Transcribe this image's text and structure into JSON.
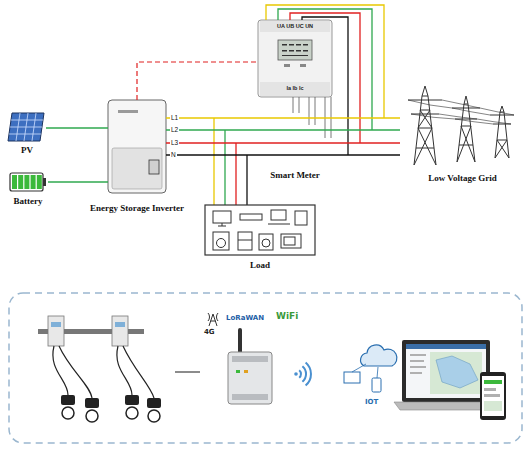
{
  "diagram": {
    "nodes": [
      {
        "text": [
          "UA UB UC UN",
          "Ia Ib Ic",
          "Smart Meter"
        ]
      },
      {
        "text": [
          "PV"
        ]
      },
      {
        "text": [
          "Energy Storage Inverter"
        ]
      },
      {
        "text": [
          "Low Voltage Grid"
        ]
      },
      {
        "text": [
          "Battery"
        ]
      },
      {
        "text": [
          "Load"
        ]
      }
    ],
    "edges": [
      {
        "from": 1,
        "to": 2,
        "arrow": "none"
      },
      {
        "from": 4,
        "to": 2,
        "arrow": "none"
      },
      {
        "from": 2,
        "to": 3,
        "label": "L1",
        "arrow": "none"
      },
      {
        "from": 2,
        "to": 3,
        "label": "L2",
        "arrow": "none"
      },
      {
        "from": 2,
        "to": 3,
        "label": "L3",
        "arrow": "none"
      },
      {
        "from": 2,
        "to": 3,
        "label": "N",
        "arrow": "none"
      },
      {
        "from": 2,
        "to": 0,
        "arrow": "none"
      }
    ],
    "labels": [
      "4G",
      "LoRaWAN",
      "WiFi",
      "IOT"
    ]
  }
}
